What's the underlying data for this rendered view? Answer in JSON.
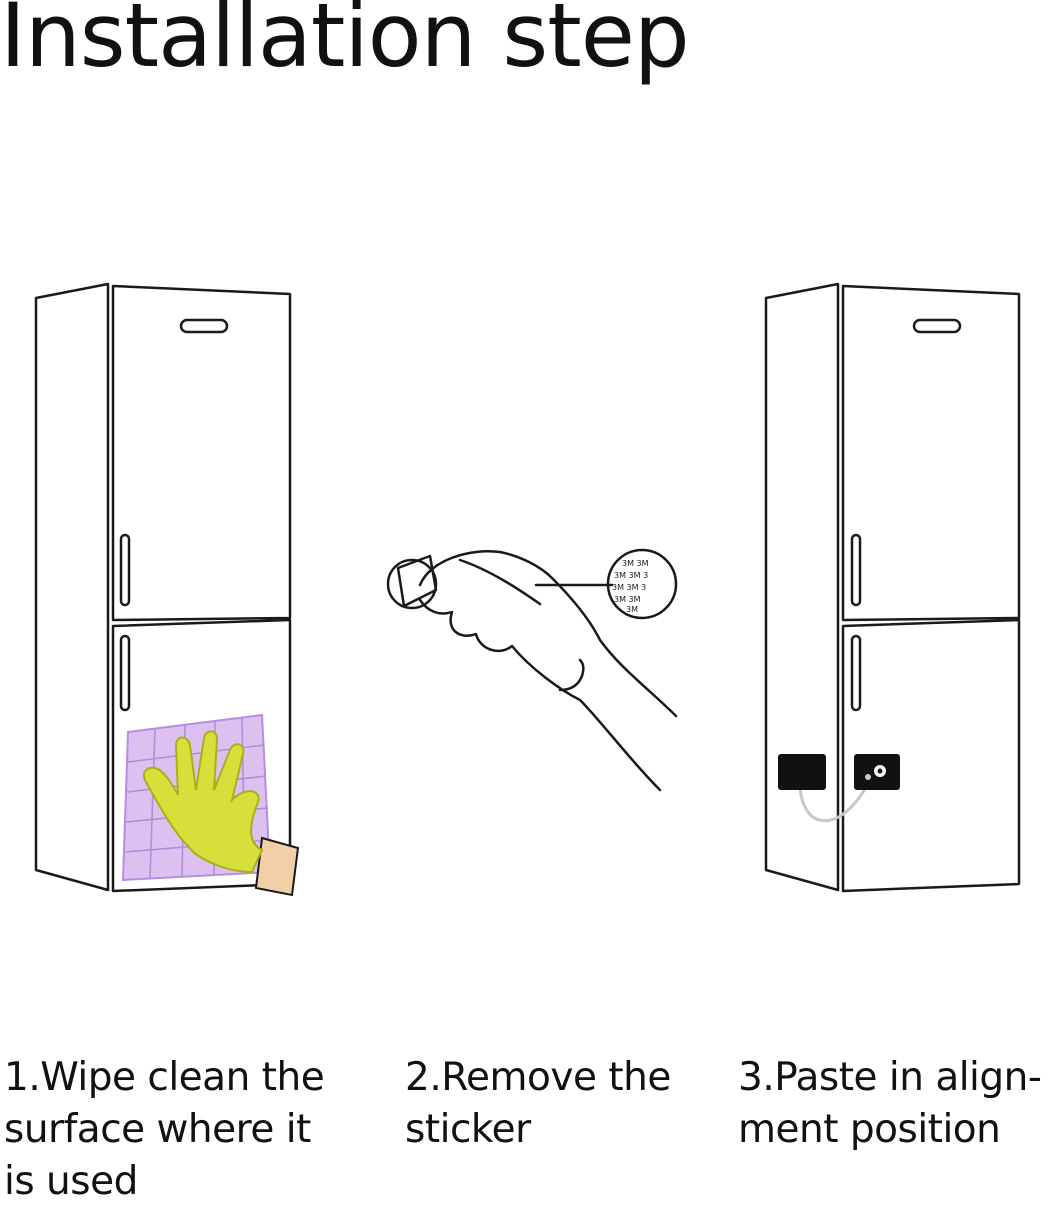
{
  "title": "Installation step",
  "steps": [
    {
      "caption": "1.Wipe clean the\nsurface where it\nis used"
    },
    {
      "caption": "2.Remove the\nsticker"
    },
    {
      "caption": "3.Paste in align-\nment position"
    }
  ],
  "colors": {
    "line": "#1a1a1a",
    "cloth": "#d9b8ec",
    "cloth_grid": "#a982d4",
    "glove": "#d7e03a",
    "skin": "#f2cfa6",
    "lock_body": "#111111",
    "cable": "#c8c8c8"
  },
  "icons": {
    "step1": "fridge-with-wiping-hand-icon",
    "step2": "hand-peeling-sticker-icon",
    "step3": "fridge-with-lock-icon"
  }
}
